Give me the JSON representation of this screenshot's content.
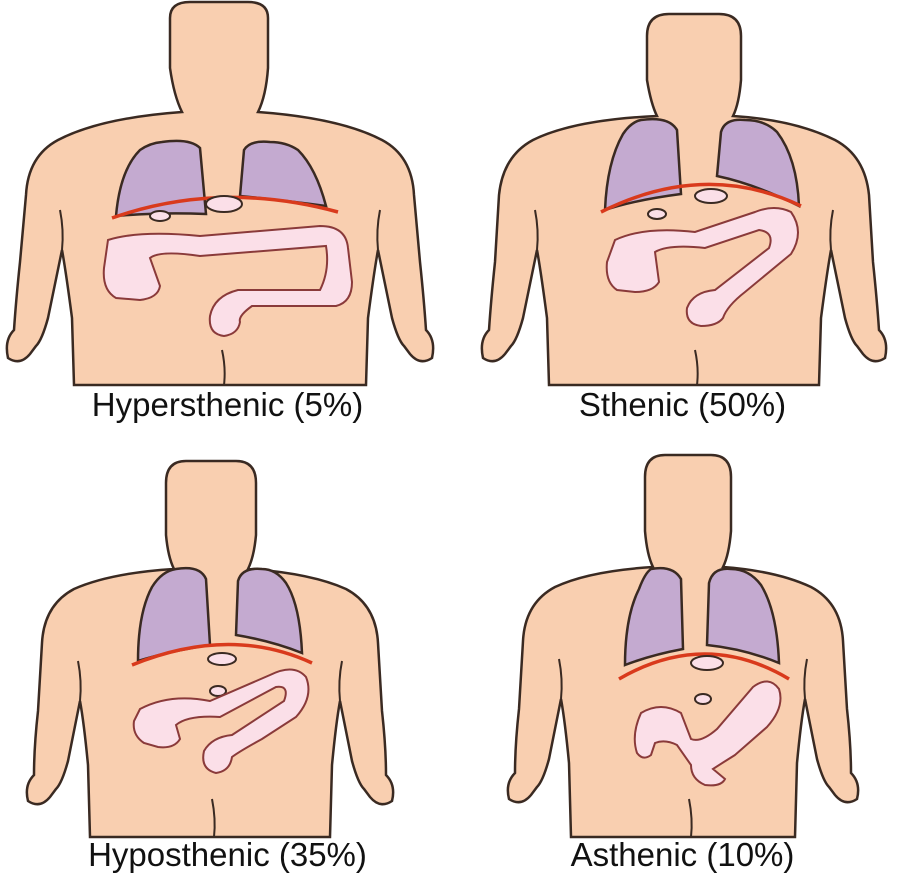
{
  "colors": {
    "skin": "#f9cfb0",
    "outline": "#3a2a22",
    "lung": "#c4aad0",
    "diaphragm": "#d93a1c",
    "colon": "#fbdfe8",
    "colon_outline": "#8a3a3a"
  },
  "panels": [
    {
      "label": "Hypersthenic (5%)"
    },
    {
      "label": "Sthenic (50%)"
    },
    {
      "label": "Hyposthenic (35%)"
    },
    {
      "label": "Asthenic (10%)"
    }
  ]
}
